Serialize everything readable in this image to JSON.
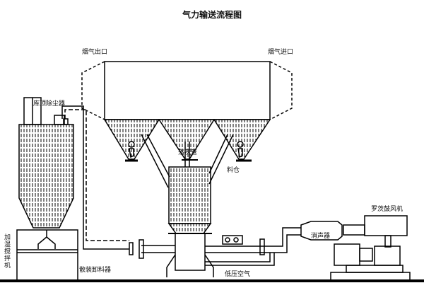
{
  "title": "气力输送流程图",
  "labels": {
    "flue_outlet": "烟气出口",
    "flue_inlet": "烟气进口",
    "silo_dust_collector": "库顶除尘器",
    "drop_pipe": "落灰管",
    "hopper": "料仓",
    "roots_blower": "罗茨鼓风机",
    "silencer": "消声器",
    "humidifying_mixer": "加湿搅拌机",
    "bulk_unloader": "散装卸料器",
    "low_pressure_air": "低压空气"
  },
  "colors": {
    "line": "#000000",
    "background": "#ffffff"
  }
}
